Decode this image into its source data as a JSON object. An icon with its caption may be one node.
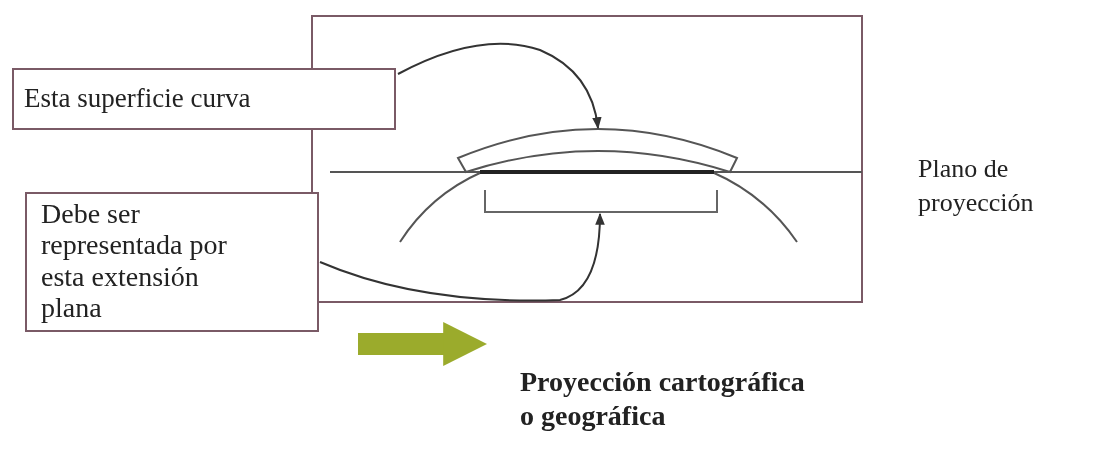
{
  "diagram": {
    "nodes": [
      {
        "text": [
          "Esta superficie curva"
        ]
      },
      {
        "text": [
          "Debe ser representada por esta extensión plana"
        ]
      },
      {
        "text": [],
        "shape": "picture"
      },
      {
        "text": [],
        "shape": "picture"
      },
      {
        "text": [
          "Proyección cartográfica o geográfica"
        ]
      }
    ],
    "edges": [
      {
        "from": 0,
        "to": 2,
        "arrow": "to"
      },
      {
        "from": 1,
        "to": 3,
        "arrow": "to"
      },
      {
        "from": null,
        "to": 4,
        "arrow": "to",
        "style": "thick",
        "color": "#9bab2c"
      }
    ],
    "labels": [
      "Plano de proyección"
    ]
  }
}
